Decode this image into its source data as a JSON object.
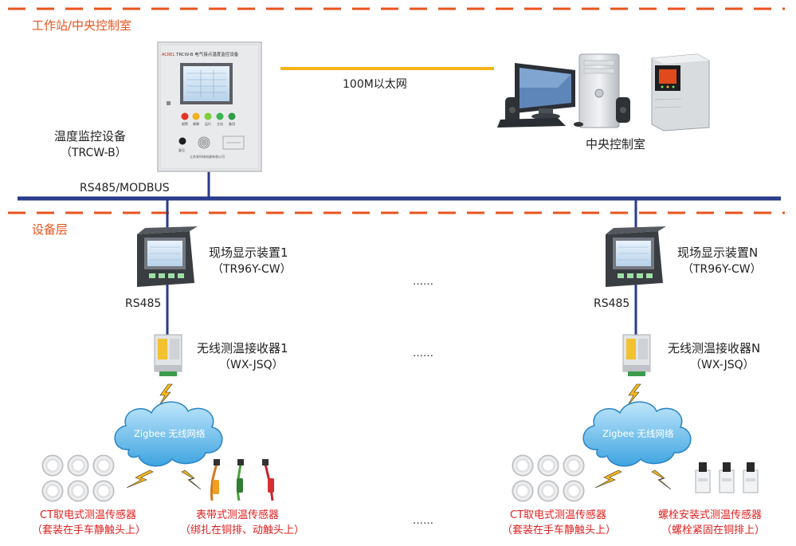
{
  "sections": {
    "top": "工作站/中央控制室",
    "device": "设备层"
  },
  "network": {
    "ethernet": "100M以太网",
    "bus": "RS485/MODBUS"
  },
  "monitor": {
    "name": "温度监控设备",
    "model": "（TRCW-B）",
    "panel_title": "TRCW-B 电气接点温度监控设备",
    "brand": "江苏安科瑞电器有限公司",
    "buttons": [
      "报警",
      "故障",
      "运行",
      "主机",
      "备用"
    ],
    "reset": "复位"
  },
  "control_room": {
    "label": "中央控制室"
  },
  "left": {
    "display_name": "现场显示装置1",
    "display_model": "（TR96Y-CW）",
    "rs485": "RS485",
    "receiver_name": "无线测温接收器1",
    "receiver_model": "（WX-JSQ）",
    "cloud": "Zigbee 无线网络",
    "sensor_a_name": "CT取电式测温传感器",
    "sensor_a_note": "（套装在手车静触头上）",
    "sensor_b_name": "表带式测温传感器",
    "sensor_b_note": "（绑扎在铜排、动触头上）"
  },
  "right": {
    "display_name": "现场显示装置N",
    "display_model": "（TR96Y-CW）",
    "rs485": "RS485",
    "receiver_name": "无线测温接收器N",
    "receiver_model": "（WX-JSQ）",
    "cloud": "Zigbee 无线网络",
    "sensor_a_name": "CT取电式测温传感器",
    "sensor_a_note": "（套装在手车静触头上）",
    "sensor_b_name": "螺栓安装式测温传感器",
    "sensor_b_note": "（螺栓紧固在铜排上）"
  },
  "ellipsis": "……",
  "colors": {
    "dash": "#e8541e",
    "section_text": "#e8541e",
    "bus": "#2a3a8c",
    "ethernet": "#f5b21a",
    "red_text": "#e02020",
    "cloud": "#4fb0e6"
  }
}
